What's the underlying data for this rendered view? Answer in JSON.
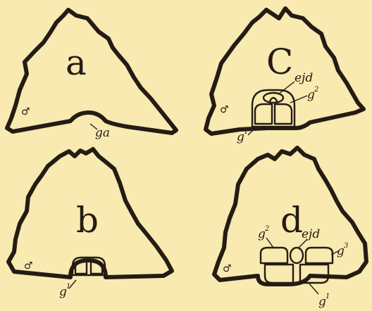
{
  "panels": {
    "a": {
      "letter": "a",
      "sex_symbol": "♂",
      "labels": {
        "ga": "ga"
      }
    },
    "b": {
      "letter": "b",
      "sex_symbol": "♂",
      "labels": {
        "g1": "g",
        "g1_sup": "1"
      }
    },
    "c": {
      "letter": "C",
      "sex_symbol": "♂",
      "labels": {
        "ejd": "ejd",
        "g2": "g",
        "g2_sup": "2",
        "g1": "g",
        "g1_sup": "1"
      }
    },
    "d": {
      "letter": "d",
      "sex_symbol": "♂",
      "labels": {
        "g2": "g",
        "g2_sup": "2",
        "ejd": "ejd",
        "g3": "g",
        "g3_sup": "3",
        "g1": "g",
        "g1_sup": "1"
      }
    }
  },
  "colors": {
    "paper": "#f8eab0",
    "ink": "#241c14"
  }
}
